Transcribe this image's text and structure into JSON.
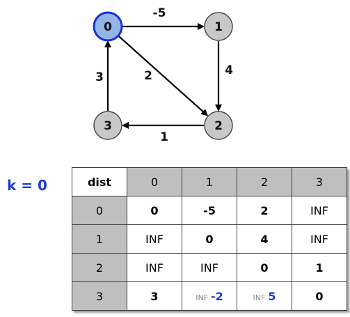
{
  "graph": {
    "nodes": [
      {
        "id": "0",
        "label": "0",
        "highlighted": true
      },
      {
        "id": "1",
        "label": "1",
        "highlighted": false
      },
      {
        "id": "2",
        "label": "2",
        "highlighted": false
      },
      {
        "id": "3",
        "label": "3",
        "highlighted": false
      }
    ],
    "edges": [
      {
        "from": "0",
        "to": "1",
        "weight": "-5"
      },
      {
        "from": "1",
        "to": "2",
        "weight": "4"
      },
      {
        "from": "0",
        "to": "2",
        "weight": "2"
      },
      {
        "from": "2",
        "to": "3",
        "weight": "1"
      },
      {
        "from": "3",
        "to": "0",
        "weight": "3"
      }
    ],
    "colors": {
      "node_fill": "#c8c8c8",
      "node_stroke": "#4a4a4a",
      "highlight_fill": "#93b5e8",
      "highlight_stroke": "#1a2fd0"
    }
  },
  "k_label": "k = 0",
  "table": {
    "corner": "dist",
    "col_headers": [
      "0",
      "1",
      "2",
      "3"
    ],
    "rows": [
      {
        "header": "0",
        "cells": [
          {
            "v": "0"
          },
          {
            "v": "-5"
          },
          {
            "v": "2"
          },
          {
            "v": "INF",
            "inf": true
          }
        ]
      },
      {
        "header": "1",
        "cells": [
          {
            "v": "INF",
            "inf": true
          },
          {
            "v": "0"
          },
          {
            "v": "4"
          },
          {
            "v": "INF",
            "inf": true
          }
        ]
      },
      {
        "header": "2",
        "cells": [
          {
            "v": "INF",
            "inf": true
          },
          {
            "v": "INF",
            "inf": true
          },
          {
            "v": "0"
          },
          {
            "v": "1"
          }
        ]
      },
      {
        "header": "3",
        "cells": [
          {
            "v": "3"
          },
          {
            "old": "INF",
            "v": "-2"
          },
          {
            "old": "INF",
            "v": "5"
          },
          {
            "v": "0"
          }
        ]
      }
    ],
    "colors": {
      "header_bg": "#bfbfbf",
      "updated": "#1f3ad6",
      "inf": "#a8a8a8"
    }
  }
}
